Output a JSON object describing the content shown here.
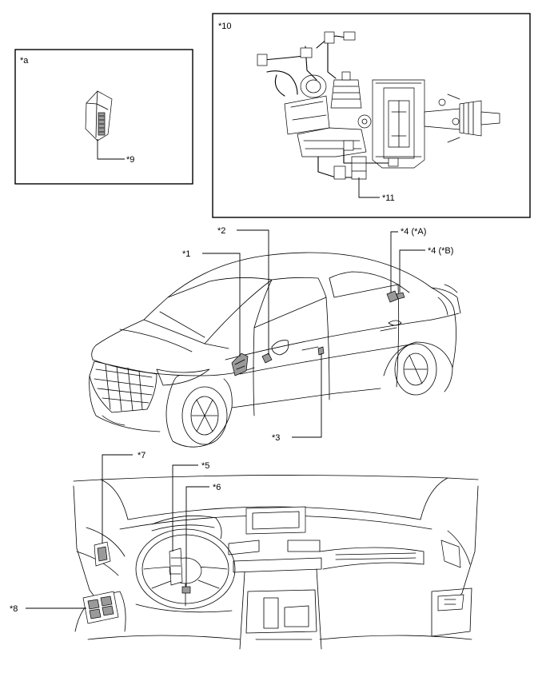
{
  "callouts": {
    "a": "*a",
    "c1": "*1",
    "c2": "*2",
    "c3": "*3",
    "c4a": "*4 (*A)",
    "c4b": "*4 (*B)",
    "c5": "*5",
    "c6": "*6",
    "c7": "*7",
    "c8": "*8",
    "c9": "*9",
    "c10": "*10",
    "c11": "*11"
  }
}
